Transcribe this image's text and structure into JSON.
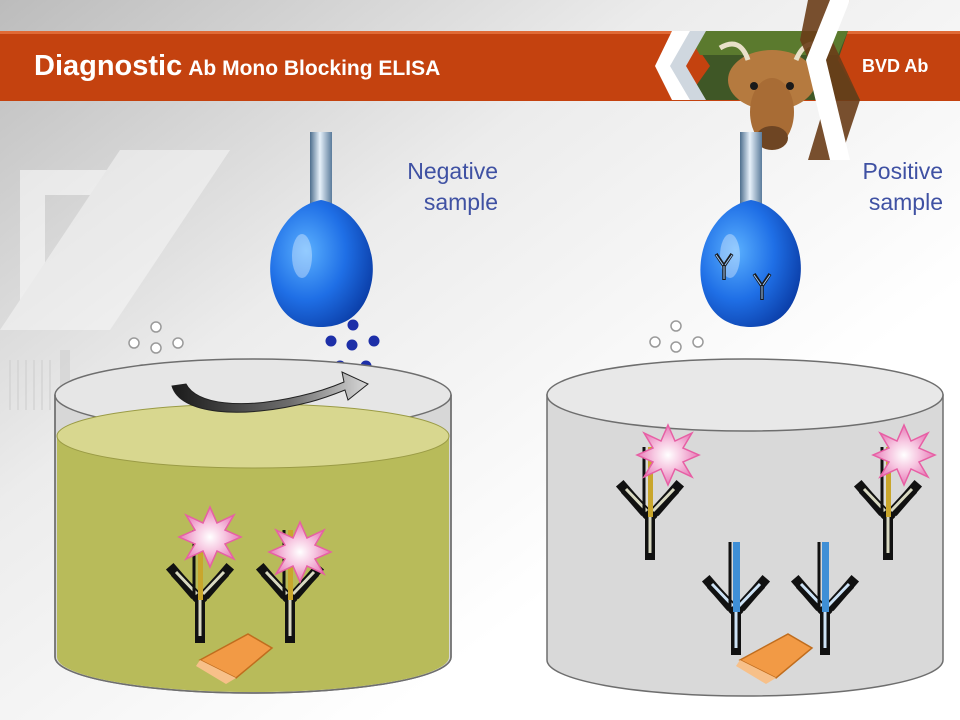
{
  "header": {
    "title_main": "Diagnostic",
    "title_sub": "Ab Mono Blocking ELISA",
    "badge": "BVD Ab"
  },
  "negative": {
    "label_line1": "Negative",
    "label_line2": "sample"
  },
  "positive": {
    "label_line1": "Positive",
    "label_line2": "sample"
  },
  "colors": {
    "banner": "#c4420f",
    "label_text": "#3f51a3",
    "droplet": "#1f6fe6",
    "well_liquid": "#b8bb5a",
    "well_empty": "#d9d9d9",
    "enzyme_star": "#f4a6d0",
    "antigen": "#f29a45",
    "sample_antibody": "#3f8fd6"
  }
}
